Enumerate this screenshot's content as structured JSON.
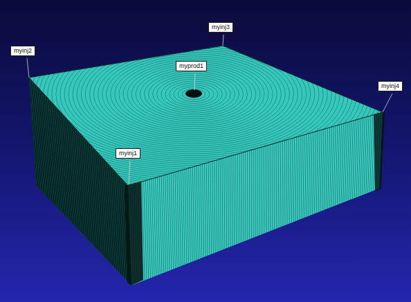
{
  "diagram": {
    "nodes": [
      {
        "text": [
          "myinj2"
        ]
      },
      {
        "text": [
          "myinj3"
        ]
      },
      {
        "text": [
          "myprod1"
        ]
      },
      {
        "text": [
          "myinj4"
        ]
      },
      {
        "text": [
          "myinj1"
        ]
      }
    ]
  }
}
